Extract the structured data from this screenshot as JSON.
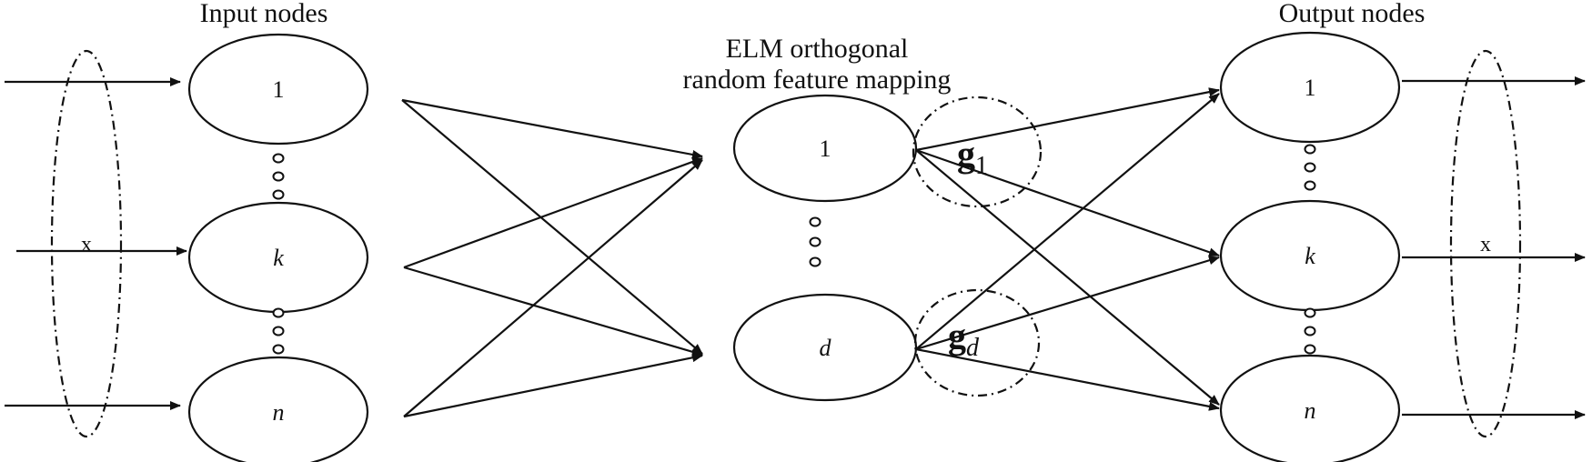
{
  "labels": {
    "input_title": "Input nodes",
    "hidden_title_line1": "ELM orthogonal",
    "hidden_title_line2": "random feature mapping",
    "output_title": "Output nodes"
  },
  "input_nodes": [
    "1",
    "k",
    "n"
  ],
  "hidden_nodes": [
    "1",
    "d"
  ],
  "output_nodes": [
    "1",
    "k",
    "n"
  ],
  "mapping_labels": [
    {
      "base": "g",
      "sub": "1"
    },
    {
      "base": "g",
      "sub": "d"
    }
  ],
  "input_vector_label": "x",
  "output_vector_label": "x"
}
